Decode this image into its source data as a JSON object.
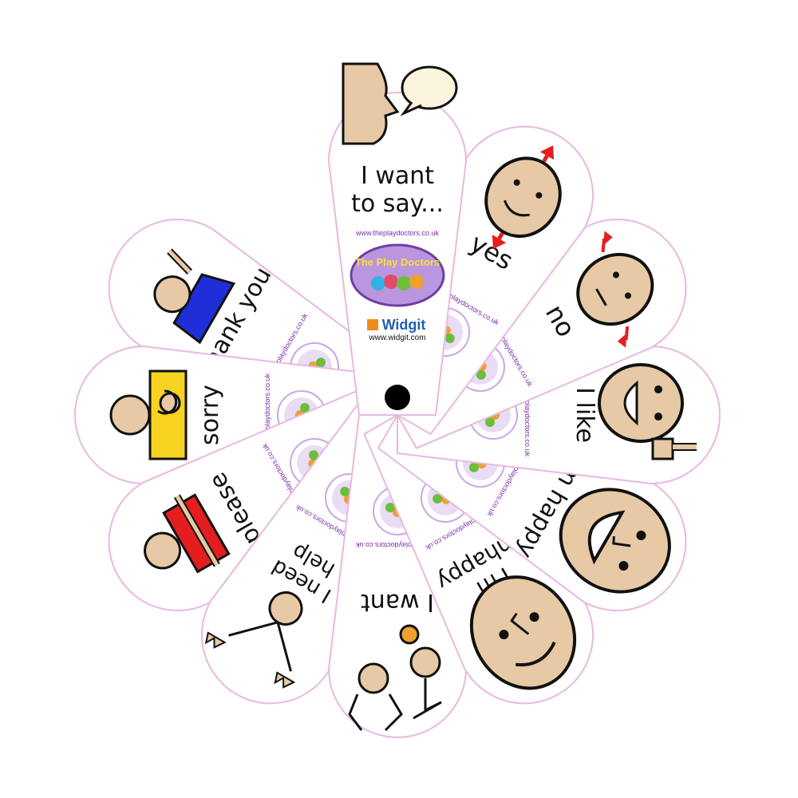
{
  "cards": [
    {
      "id": "thank-you",
      "label": "thank you",
      "footer": "www.theplaydoctors.co.uk"
    },
    {
      "id": "sorry",
      "label": "sorry",
      "footer": "www.theplaydoctors.co.uk"
    },
    {
      "id": "please",
      "label": "please",
      "footer": "www.theplaydoctors.co.uk"
    },
    {
      "id": "i-need-help",
      "label_line1": "I need",
      "label_line2": "help",
      "footer": "www.theplaydoctors.co.uk"
    },
    {
      "id": "i-want",
      "label": "I want",
      "footer": "www.theplaydoctors.co.uk"
    },
    {
      "id": "im-unhappy",
      "label_line1": "I'm",
      "label_line2": "unhappy",
      "footer": "www.theplaydoctors.co.uk"
    },
    {
      "id": "im-happy",
      "label": "I'm happy",
      "footer": "www.theplaydoctors.co.uk"
    },
    {
      "id": "i-like",
      "label": "I like",
      "footer": "www.theplaydoctors.co.uk"
    },
    {
      "id": "no",
      "label": "no",
      "footer": "www.theplaydoctors.co.uk"
    },
    {
      "id": "yes",
      "label": "yes",
      "footer": "www.theplaydoctors.co.uk"
    }
  ],
  "top_card": {
    "label_line1": "I want",
    "label_line2": "to say...",
    "website": "www.theplaydoctors.co.uk",
    "logo_text": "The Play Doctors",
    "widgit_brand": "Widgit",
    "widgit_url": "www.widgit.com"
  },
  "logo_short": "Doctors",
  "colors": {
    "skin": "#e7c9a5",
    "outline": "#111111",
    "petal_border": "#e7b9e0",
    "logo_purple": "#a277c9",
    "shirt_blue": "#1f2ed6",
    "shirt_yellow": "#f6d320",
    "shirt_red": "#e41e1e",
    "arrow_red": "#e41e1e",
    "widgit_orange": "#f08a1c",
    "widgit_blue": "#1f5fb3"
  }
}
